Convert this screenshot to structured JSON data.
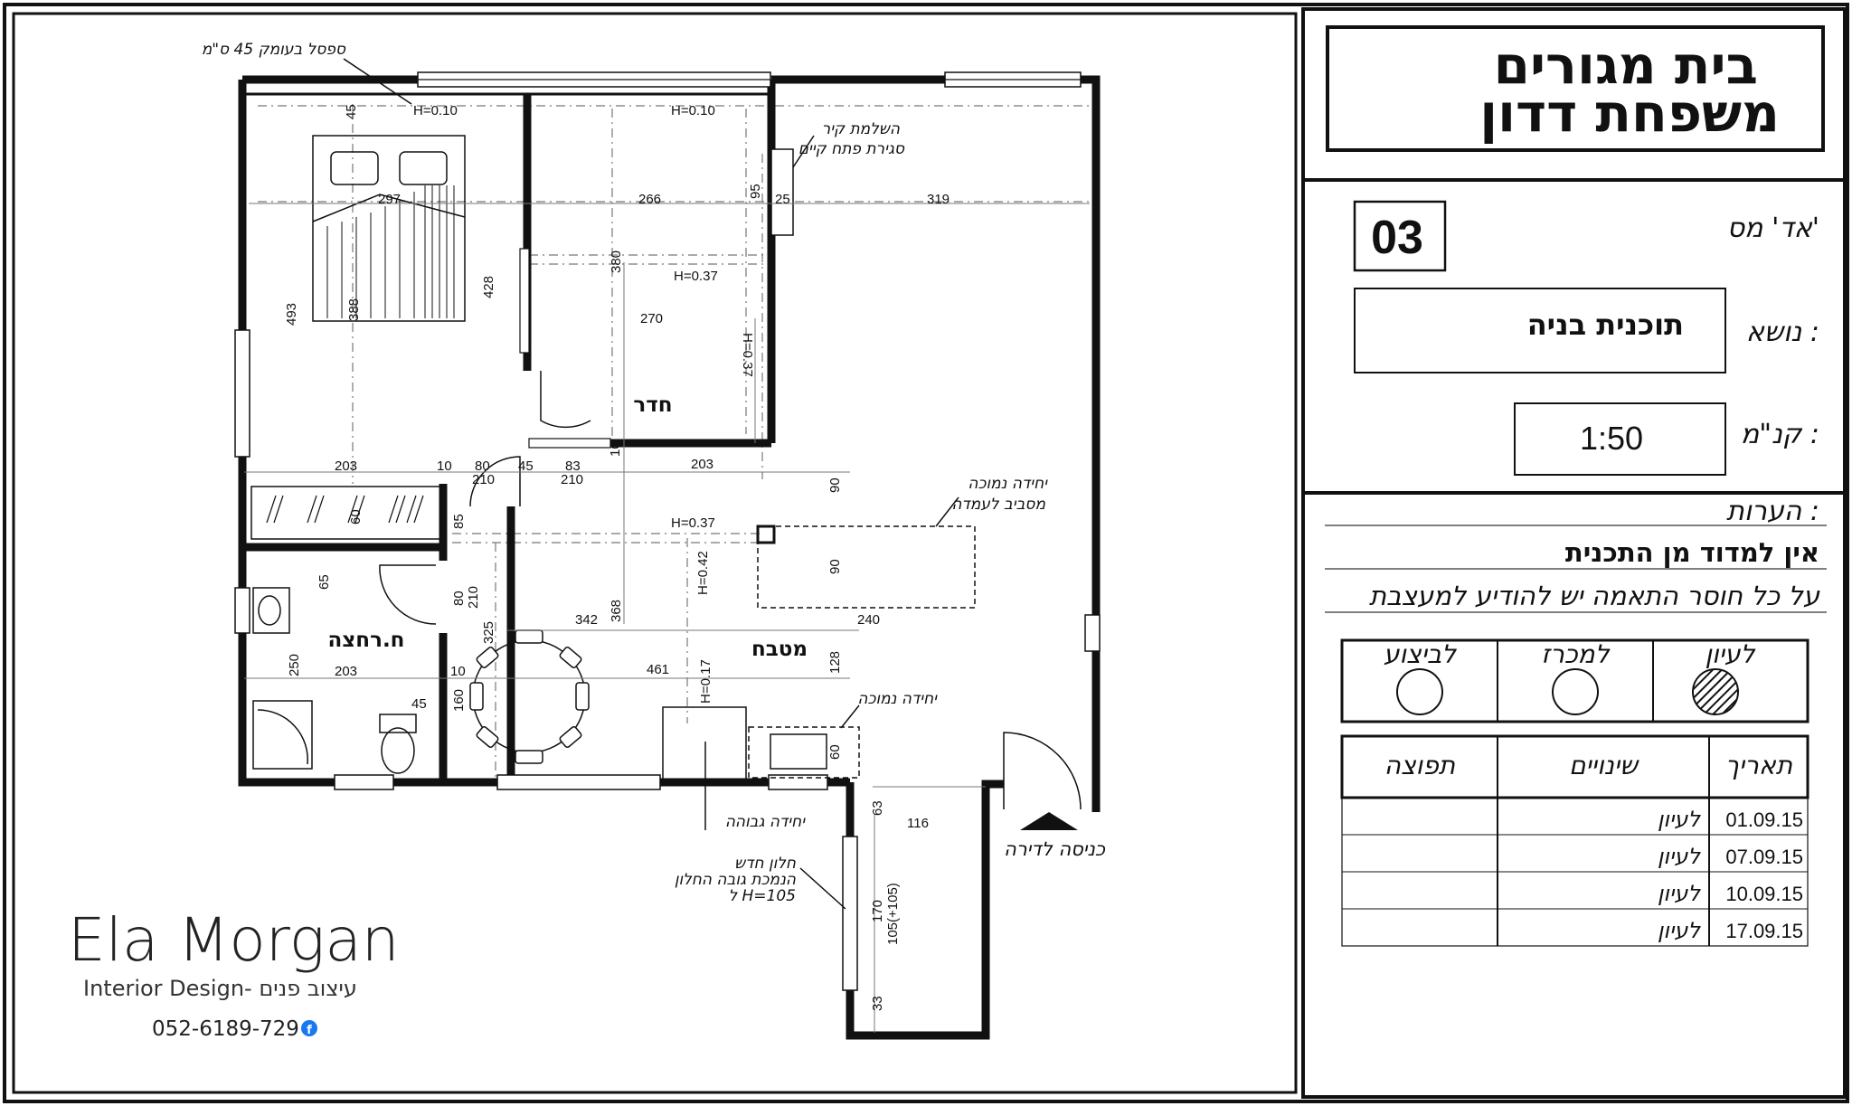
{
  "title_block": {
    "project_line1": "בית מגורים",
    "project_line2": "משפחת דדון",
    "sheet_label": "אד' מס'",
    "sheet_number": "03",
    "subject_label": "נושא :",
    "subject_value": "תוכנית בניה",
    "scale_label": "קנ\"מ :",
    "scale_value": "1:50",
    "notes_label": "הערות :",
    "note_1": "אין למדוד מן התכנית",
    "note_2": "על כל חוסר התאמה יש להודיע למעצבת",
    "status_options": [
      {
        "label": "לעיון",
        "checked": true
      },
      {
        "label": "למכרז",
        "checked": false
      },
      {
        "label": "לביצוע",
        "checked": false
      }
    ],
    "revisions_headers": {
      "date": "תאריך",
      "changes": "שינויים",
      "distribution": "תפוצה"
    },
    "revisions": [
      {
        "date": "01.09.15",
        "changes": "לעיון",
        "distribution": ""
      },
      {
        "date": "07.09.15",
        "changes": "לעיון",
        "distribution": ""
      },
      {
        "date": "10.09.15",
        "changes": "לעיון",
        "distribution": ""
      },
      {
        "date": "17.09.15",
        "changes": "לעיון",
        "distribution": ""
      }
    ]
  },
  "logo": {
    "name": "Ela Morgan",
    "tagline": "Interior Design- עיצוב פנים",
    "phone": "052-6189-729",
    "social_icon": "facebook-icon"
  },
  "rooms": {
    "room": "חדר",
    "kitchen": "מטבח",
    "bathroom": "ח.רחצה"
  },
  "annotations": {
    "bench": "ספסל בעומק 45 ס\"מ",
    "wall_completion_1": "השלמת קיר",
    "wall_completion_2": "סגירת פתח קיים",
    "low_unit_1": "יחידה נמוכה",
    "low_unit_2": "מסביב לעמדה",
    "low_unit_3": "יחידה נמוכה",
    "tall_unit": "יחידה גבוהה",
    "new_window_1": "חלון חדש",
    "new_window_2": "הנמכת גובה החלון",
    "new_window_3": "ל H=105",
    "entrance": "כניסה לדירה"
  },
  "dimensions": {
    "d45a": "45",
    "d297": "297",
    "d266": "266",
    "d95": "95",
    "d25": "25",
    "d319": "319",
    "d380": "380",
    "d428": "428",
    "d493": "493",
    "d388": "388",
    "d270": "270",
    "d203a": "203",
    "d10a": "10",
    "d80a": "80",
    "d210a": "210",
    "d45b": "45",
    "d83": "83",
    "d210b": "210",
    "d10b": "10",
    "d203b": "203",
    "d90a": "90",
    "d60a": "60",
    "d85": "85",
    "d90b": "90",
    "d65": "65",
    "d80b": "80",
    "d210c": "210",
    "d325": "325",
    "d342": "342",
    "d368": "368",
    "d240": "240",
    "d250": "250",
    "d203c": "203",
    "d10c": "10",
    "d461": "461",
    "d128": "128",
    "d45c": "45",
    "d160": "160",
    "d60b": "60",
    "d63": "63",
    "d116": "116",
    "d170": "170",
    "d105": "105(+105)",
    "d33": "33"
  },
  "heights": {
    "h1": "H=0.10",
    "h2": "H=0.10",
    "h3": "H=0.37",
    "h4": "H=0.37",
    "h5": "H=0.37",
    "h6": "H=0.42",
    "h7": "H=0.17"
  }
}
